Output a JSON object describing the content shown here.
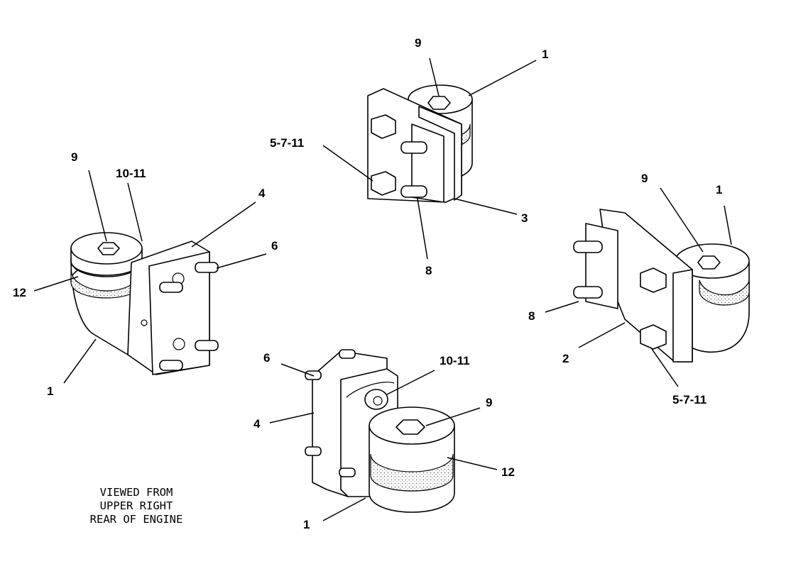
{
  "callouts": {
    "a_9": "9",
    "a_10_11": "10-11",
    "a_4": "4",
    "a_6": "6",
    "a_12": "12",
    "a_1": "1",
    "b_9": "9",
    "b_1": "1",
    "b_5_7_11": "5-7-11",
    "b_3": "3",
    "b_8": "8",
    "c_9": "9",
    "c_1": "1",
    "c_8": "8",
    "c_2": "2",
    "c_5_7_11": "5-7-11",
    "d_6": "6",
    "d_10_11": "10-11",
    "d_9": "9",
    "d_4": "4",
    "d_12": "12",
    "d_1": "1"
  },
  "view_note": {
    "line1": "VIEWED FROM",
    "line2": "UPPER RIGHT",
    "line3": "REAR OF ENGINE"
  },
  "colors": {
    "ink": "#000000",
    "paper": "#ffffff"
  }
}
